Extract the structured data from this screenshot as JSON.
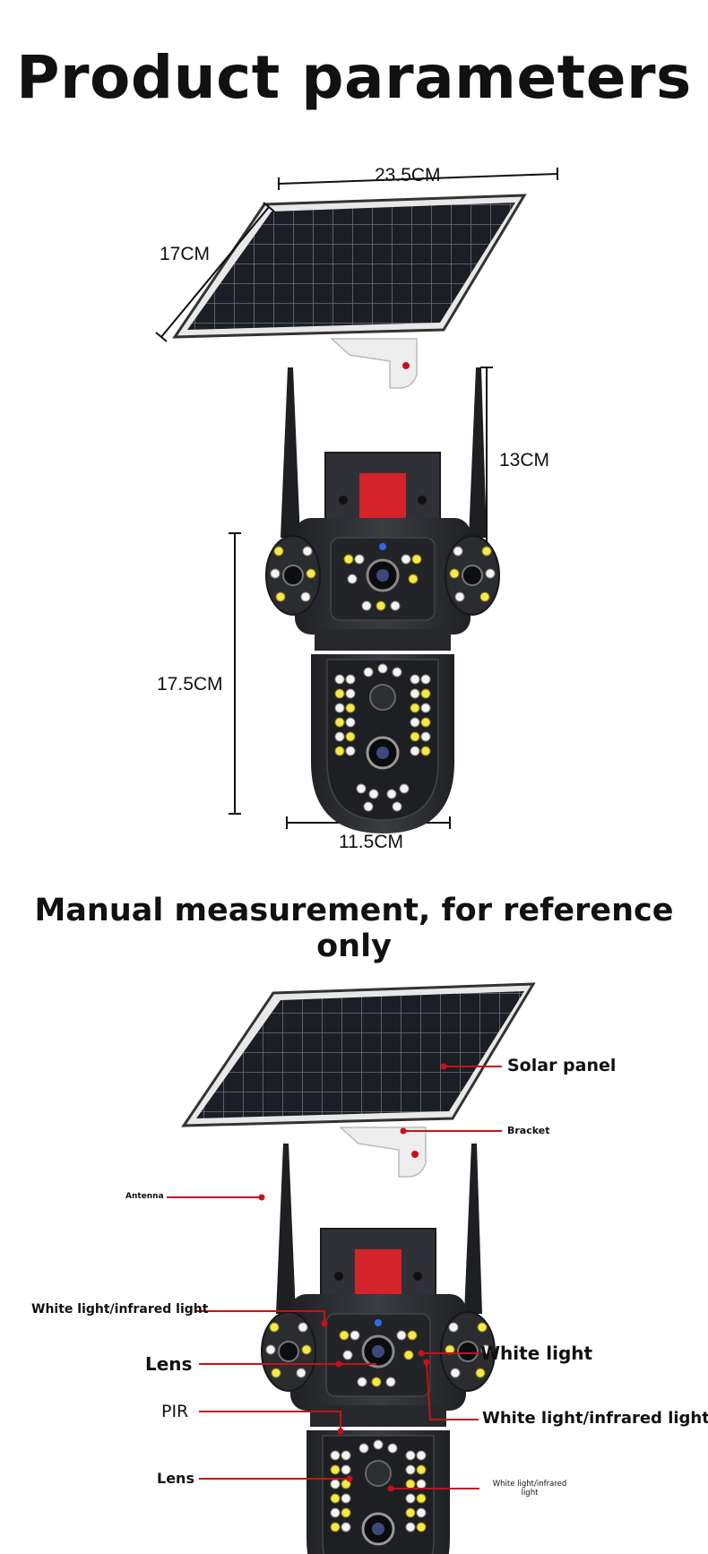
{
  "header": {
    "title": "Product parameters",
    "subtitle": "Manual measurement, for reference only"
  },
  "dimensions": {
    "panel_width": "23.5CM",
    "panel_depth": "17CM",
    "antenna_height": "13CM",
    "body_height": "17.5CM",
    "body_width": "11.5CM"
  },
  "callouts": {
    "solar_panel": "Solar panel",
    "bracket": "Bracket",
    "antenna": "Antenna",
    "white_infrared_top_left": "White light/infrared light",
    "lens_top": "Lens",
    "white_light": "White light",
    "pir": "PIR",
    "white_infrared_right": "White light/infrared light",
    "lens_bottom": "Lens",
    "white_infrared_small": "White light/infrared light"
  },
  "colors": {
    "callout_line": "#c8101a",
    "panel_cell": "#1b1e24",
    "housing": "#2b2d31",
    "red_block": "#d3242b"
  }
}
